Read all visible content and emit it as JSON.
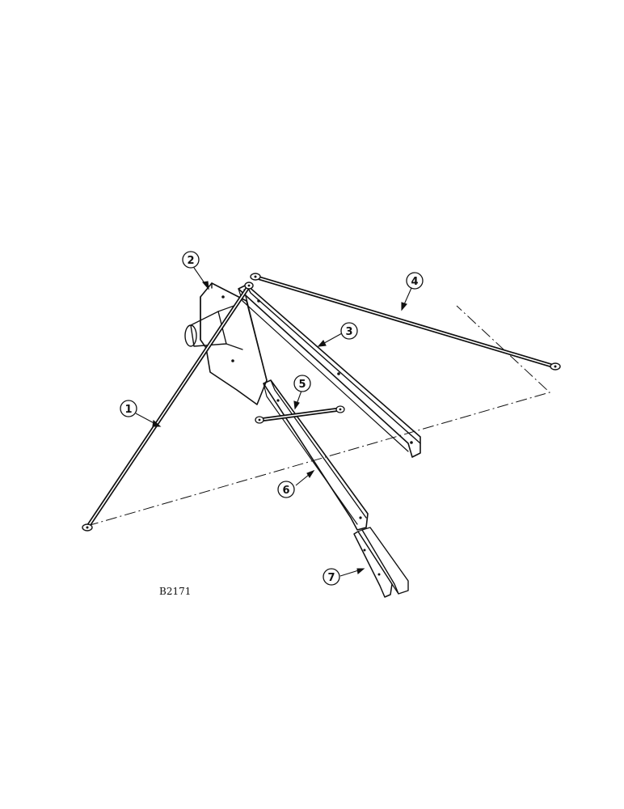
{
  "figure_id": "B2171",
  "callouts": [
    {
      "number": "1"
    },
    {
      "number": "2"
    },
    {
      "number": "3"
    },
    {
      "number": "4"
    },
    {
      "number": "5"
    },
    {
      "number": "6"
    },
    {
      "number": "7"
    }
  ],
  "colors": {
    "ink": "#111111",
    "background": "#ffffff"
  }
}
